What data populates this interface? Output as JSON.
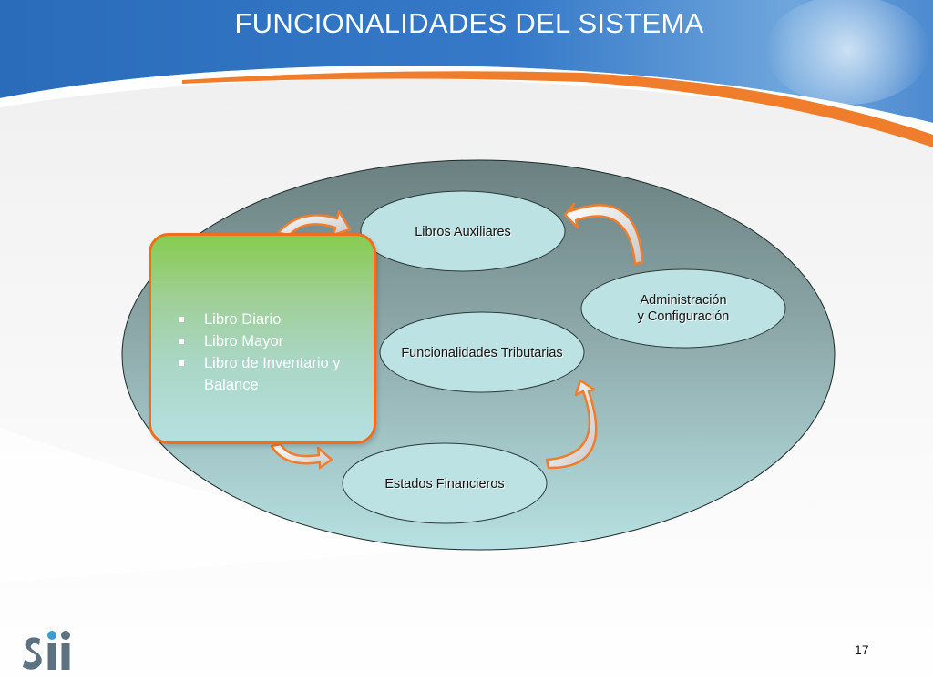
{
  "slide": {
    "title": "FUNCIONALIDADES DEL SISTEMA",
    "page_number": "17"
  },
  "diagram": {
    "nodes": {
      "libros_auxiliares": "Libros Auxiliares",
      "administracion_line1": "Administración",
      "administracion_line2": "y Configuración",
      "funcionalidades_tributarias": "Funcionalidades Tributarias",
      "estados_financieros": "Estados Financieros"
    },
    "callout_items": [
      "Libro Diario",
      "Libro Mayor",
      "Libro de Inventario y Balance"
    ]
  },
  "logo": {
    "text": "Sii"
  },
  "colors": {
    "header_blue": "#2f73c2",
    "accent_orange": "#f07d2c",
    "ellipse_dark": "#6e8585",
    "ellipse_light": "#b5dfe0",
    "node_fill": "#b8e0e1",
    "logo_gray": "#5d7280",
    "logo_blue": "#3b9bd3"
  }
}
